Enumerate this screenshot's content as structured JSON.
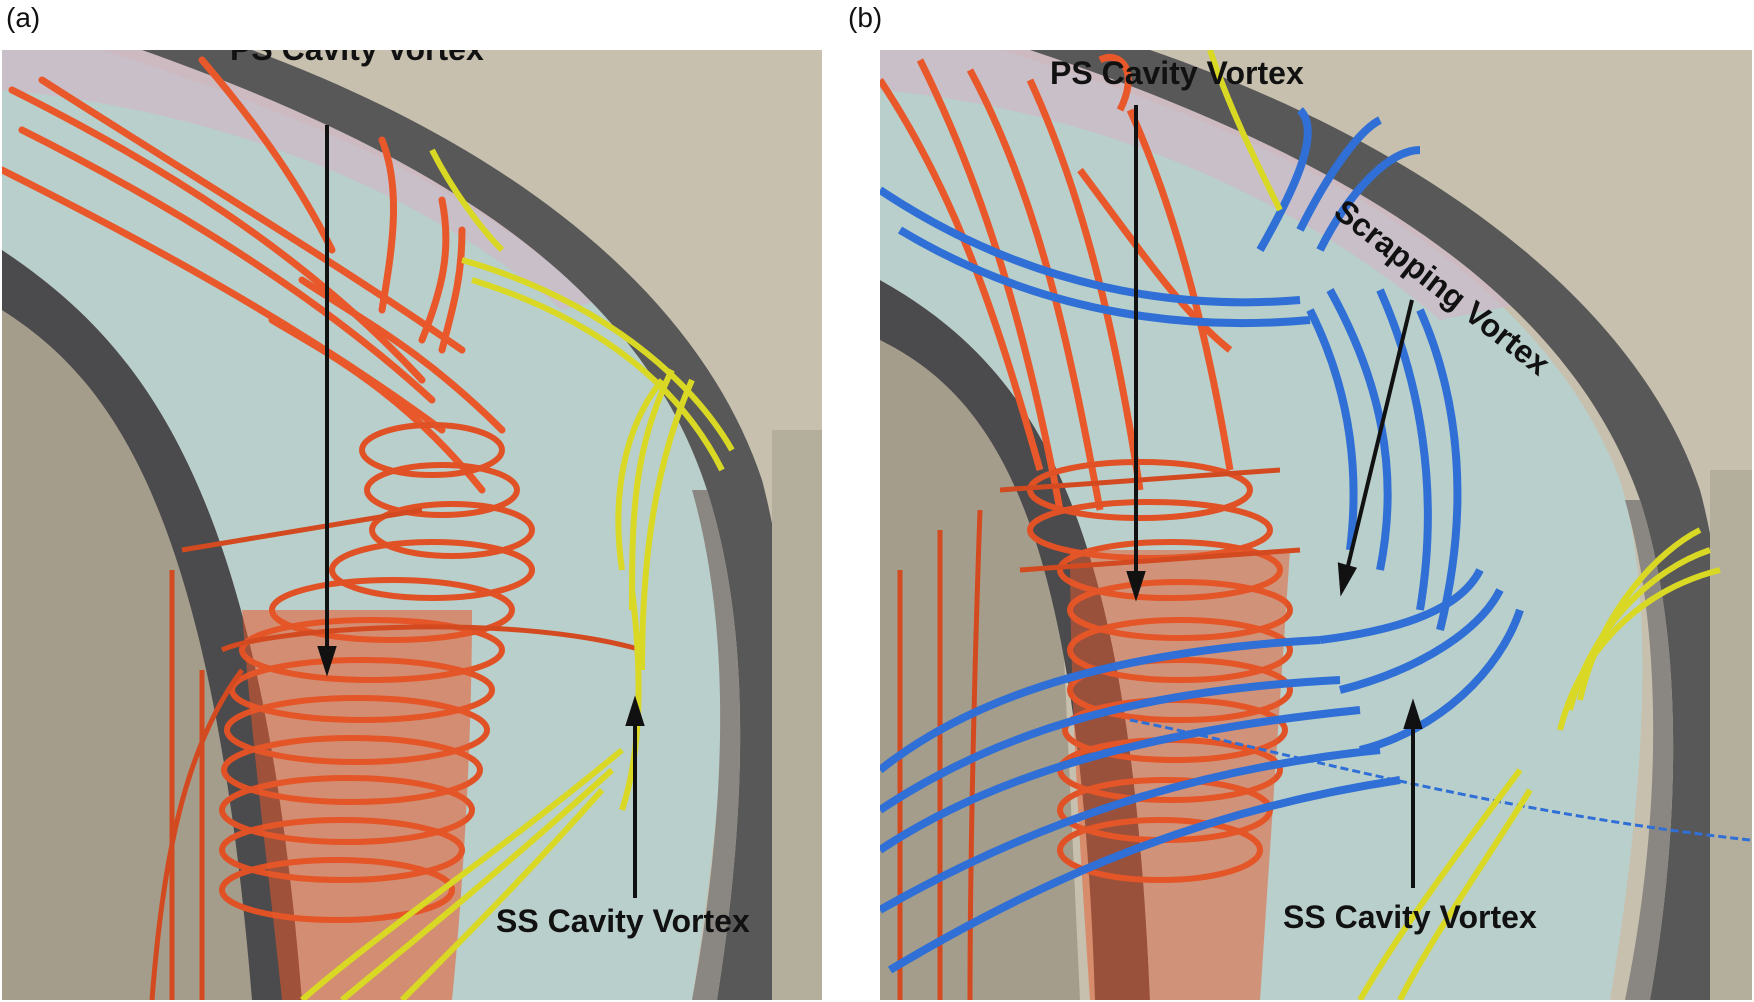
{
  "panels": [
    {
      "tag": "(a)",
      "labels": {
        "ps": "PS Cavity Vortex",
        "ss": "SS Cavity Vortex"
      }
    },
    {
      "tag": "(b)",
      "labels": {
        "ps": "PS Cavity Vortex",
        "scrapping": "Scrapping Vortex",
        "ss": "SS Cavity Vortex"
      }
    }
  ],
  "colors": {
    "ps_vortex": "#e8582a",
    "ss_vortex": "#d9d824",
    "scrapping_vortex": "#2f6fd6",
    "cavity": "#b9cfcb",
    "casing": "#585858",
    "hub": "#b8b0a0"
  }
}
